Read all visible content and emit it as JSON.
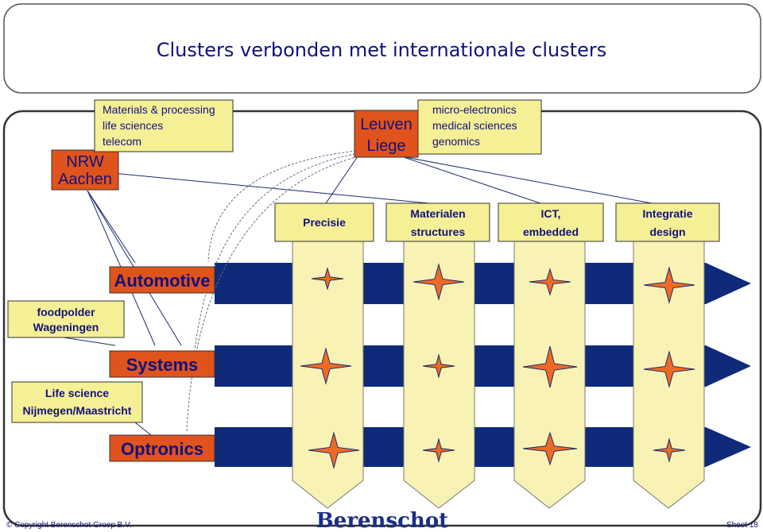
{
  "title": "Clusters verbonden met internationale clusters",
  "colors": {
    "navy": "#0e2a78",
    "orange": "#e0531c",
    "yellow": "#f5ef96",
    "pale_yellow": "#f8f3b5",
    "star_fill": "#ee6a24"
  },
  "regions": {
    "nrw": {
      "line1": "NRW",
      "line2": "Aachen"
    },
    "nrw_topics": {
      "line1": "Materials & processing",
      "line2": "life sciences",
      "line3": "telecom"
    },
    "leuven": {
      "line1": "Leuven",
      "line2": "Liege"
    },
    "leuven_topics": {
      "line1": "micro-electronics",
      "line2": "medical sciences",
      "line3": "genomics"
    },
    "foodpolder": {
      "line1": "foodpolder",
      "line2": "Wageningen"
    },
    "lifescience": {
      "line1": "Life science",
      "line2": "Nijmegen/Maastricht"
    }
  },
  "rows": [
    {
      "label": "Automotive"
    },
    {
      "label": "Systems"
    },
    {
      "label": "Optronics"
    }
  ],
  "columns": [
    {
      "line1": "Precisie",
      "line2": ""
    },
    {
      "line1": "Materialen",
      "line2": "structures"
    },
    {
      "line1": "ICT,",
      "line2": "embedded"
    },
    {
      "line1": "Integratie",
      "line2": "design"
    }
  ],
  "footer": {
    "copyright": "© Copyright Berenschot Groep B.V.",
    "logo": "Berenschot",
    "sheet": "Sheet 18"
  }
}
